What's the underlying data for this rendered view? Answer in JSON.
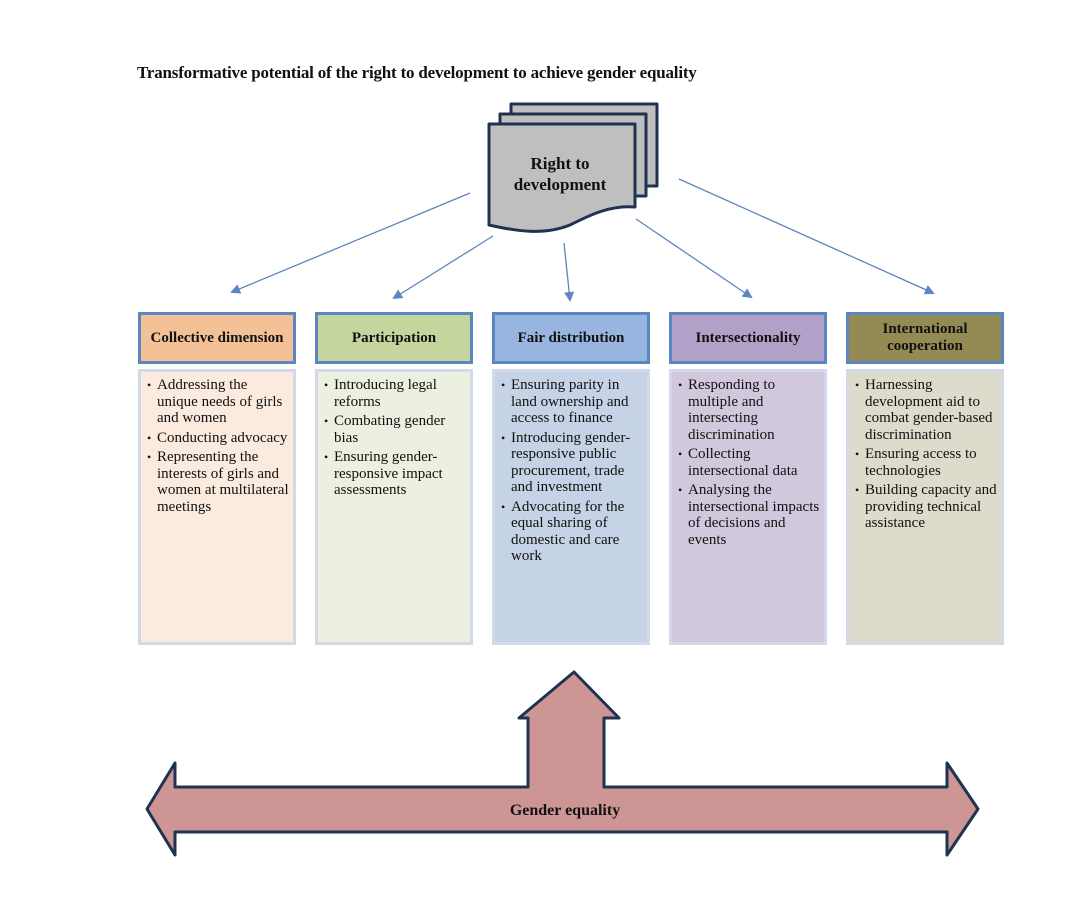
{
  "title": "Transformative potential of the right to development to achieve gender equality",
  "root": {
    "label": "Right to development",
    "line1": "Right to",
    "line2": "development",
    "fill_color": "#bfbfbf",
    "outline_color": "#1f3350"
  },
  "connector_color": "#5b86bf",
  "columns": [
    {
      "header": "Collective dimension",
      "header_color": "#f4c197",
      "body_color": "#fbeade",
      "items": [
        "Addressing the unique needs of girls and women",
        "Conducting advocacy",
        "Representing the interests of girls and women at multilateral meetings"
      ]
    },
    {
      "header": "Participation",
      "header_color": "#c5d59e",
      "body_color": "#ecf0e1",
      "items": [
        "Introducing legal reforms",
        "Combating gender bias",
        "Ensuring gender-responsive impact assessments"
      ]
    },
    {
      "header": "Fair distribution",
      "header_color": "#98b5df",
      "body_color": "#c6d3e6",
      "items": [
        "Ensuring parity in land ownership and access to finance",
        "Introducing gender-responsive public procurement, trade and investment",
        "Advocating for the equal sharing of domestic and care work"
      ]
    },
    {
      "header": "Intersectionality",
      "header_color": "#b1a0c7",
      "body_color": "#d2c8de",
      "items": [
        "Responding to multiple and intersecting discrimination",
        "Collecting intersectional data",
        "Analysing the intersectional impacts of decisions and events"
      ]
    },
    {
      "header": "International cooperation",
      "header_color": "#948a54",
      "body_color": "#dddbcb",
      "items": [
        "Harnessing development aid to combat gender-based discrimination",
        "Ensuring access to technologies",
        "Building capacity and providing technical assistance"
      ]
    }
  ],
  "bottom_arrow": {
    "label": "Gender equality",
    "fill_color": "#cd9694",
    "outline_color": "#1f3350"
  }
}
